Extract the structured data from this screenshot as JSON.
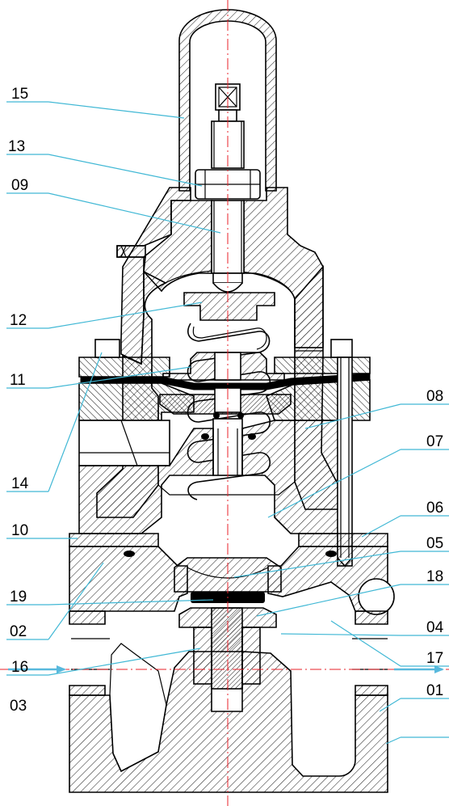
{
  "labels": {
    "l15": "15",
    "l13": "13",
    "l09": "09",
    "l12": "12",
    "l11": "11",
    "l14": "14",
    "l10": "10",
    "l19": "19",
    "l02": "02",
    "l16": "16",
    "l03": "03",
    "l08": "08",
    "l07": "07",
    "l06": "06",
    "l05": "05",
    "l18": "18",
    "l04": "04",
    "l17": "17",
    "l01": "01"
  },
  "colors": {
    "leader": "#41b8d5",
    "axis": "#e8202a",
    "flow_arrow": "#58b9dd",
    "hatch": "#000000"
  }
}
